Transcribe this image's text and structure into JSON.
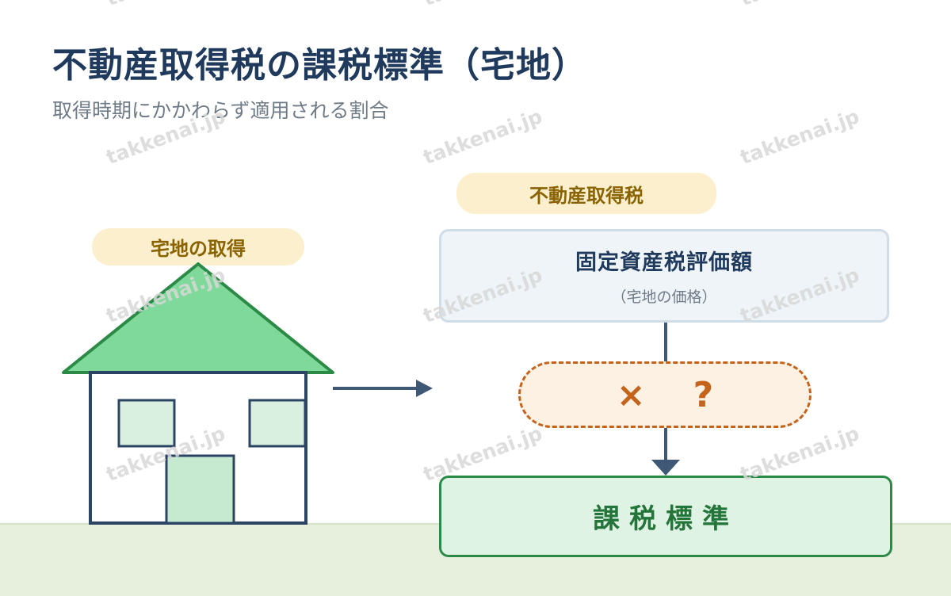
{
  "header": {
    "title": "不動産取得税の課税標準（宅地）",
    "subtitle": "取得時期にかかわらず適用される割合"
  },
  "left": {
    "label": "宅地の取得"
  },
  "right": {
    "tax_label": "不動産取得税",
    "value_box": {
      "main": "固定資産税評価額",
      "sub": "（宅地の価格）"
    },
    "ratio_box": {
      "operator": "×",
      "unknown": "?"
    },
    "result_box": {
      "label": "課税標準"
    }
  },
  "watermark": "takkenai.jp",
  "colors": {
    "title": "#1f3a5c",
    "pill_bg": "#fbefcd",
    "pill_text": "#8a6300",
    "roof": "#7fd99a",
    "roof_stroke": "#2b8a46",
    "ratio_accent": "#c4641c",
    "result_border": "#2b8a46",
    "ground": "#e6f0dc"
  }
}
